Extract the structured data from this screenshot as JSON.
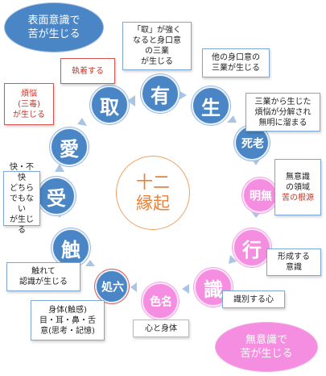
{
  "center_label": [
    "十二",
    "縁起"
  ],
  "surface_note": "表面意識で\n苦が生じる",
  "unconscious_note": "無意識で\n苦が生じる",
  "nodes": {
    "u": "有",
    "sho": "生",
    "roshi": "老\n死",
    "mumyo": "無\n明",
    "gyo": "行",
    "shiki": "識",
    "myoshiki": "名\n色",
    "rokusho": "六\n処",
    "soku": "触",
    "ju": "受",
    "ai": "愛",
    "shu": "取"
  },
  "boxes": {
    "u_desc": "「取」が強く\nなると身口意\nの三業\nが生じる",
    "sho_desc": "他の身口意の\n三業が生じる",
    "roshi_desc": "三業から生じた\n煩悩が分解され\n無明に溜まる",
    "mumyo_desc_1": "無意識\nの領域",
    "mumyo_desc_2": "苦の根源",
    "gyo_desc": "形成する\n意識",
    "shiki_desc": "識別する心",
    "myoshiki_desc": "心と身体",
    "rokusho_desc": "身体(触感)\n目・耳・鼻・舌\n意(思考・記憶)",
    "soku_desc": "触れて\n認識が生じる",
    "ju_desc": "快・不快\nどちら\nでもない\nが生じる",
    "ai_desc": "煩悩\n(三毒)\nが生じる",
    "shu_desc": "執着する"
  },
  "colors": {
    "blue_node": "#4a86c5",
    "pink_node": "#f58ee0",
    "center_text": "#e8823a",
    "red_accent": "#d9534f",
    "arrow": "#a9c4e4"
  }
}
